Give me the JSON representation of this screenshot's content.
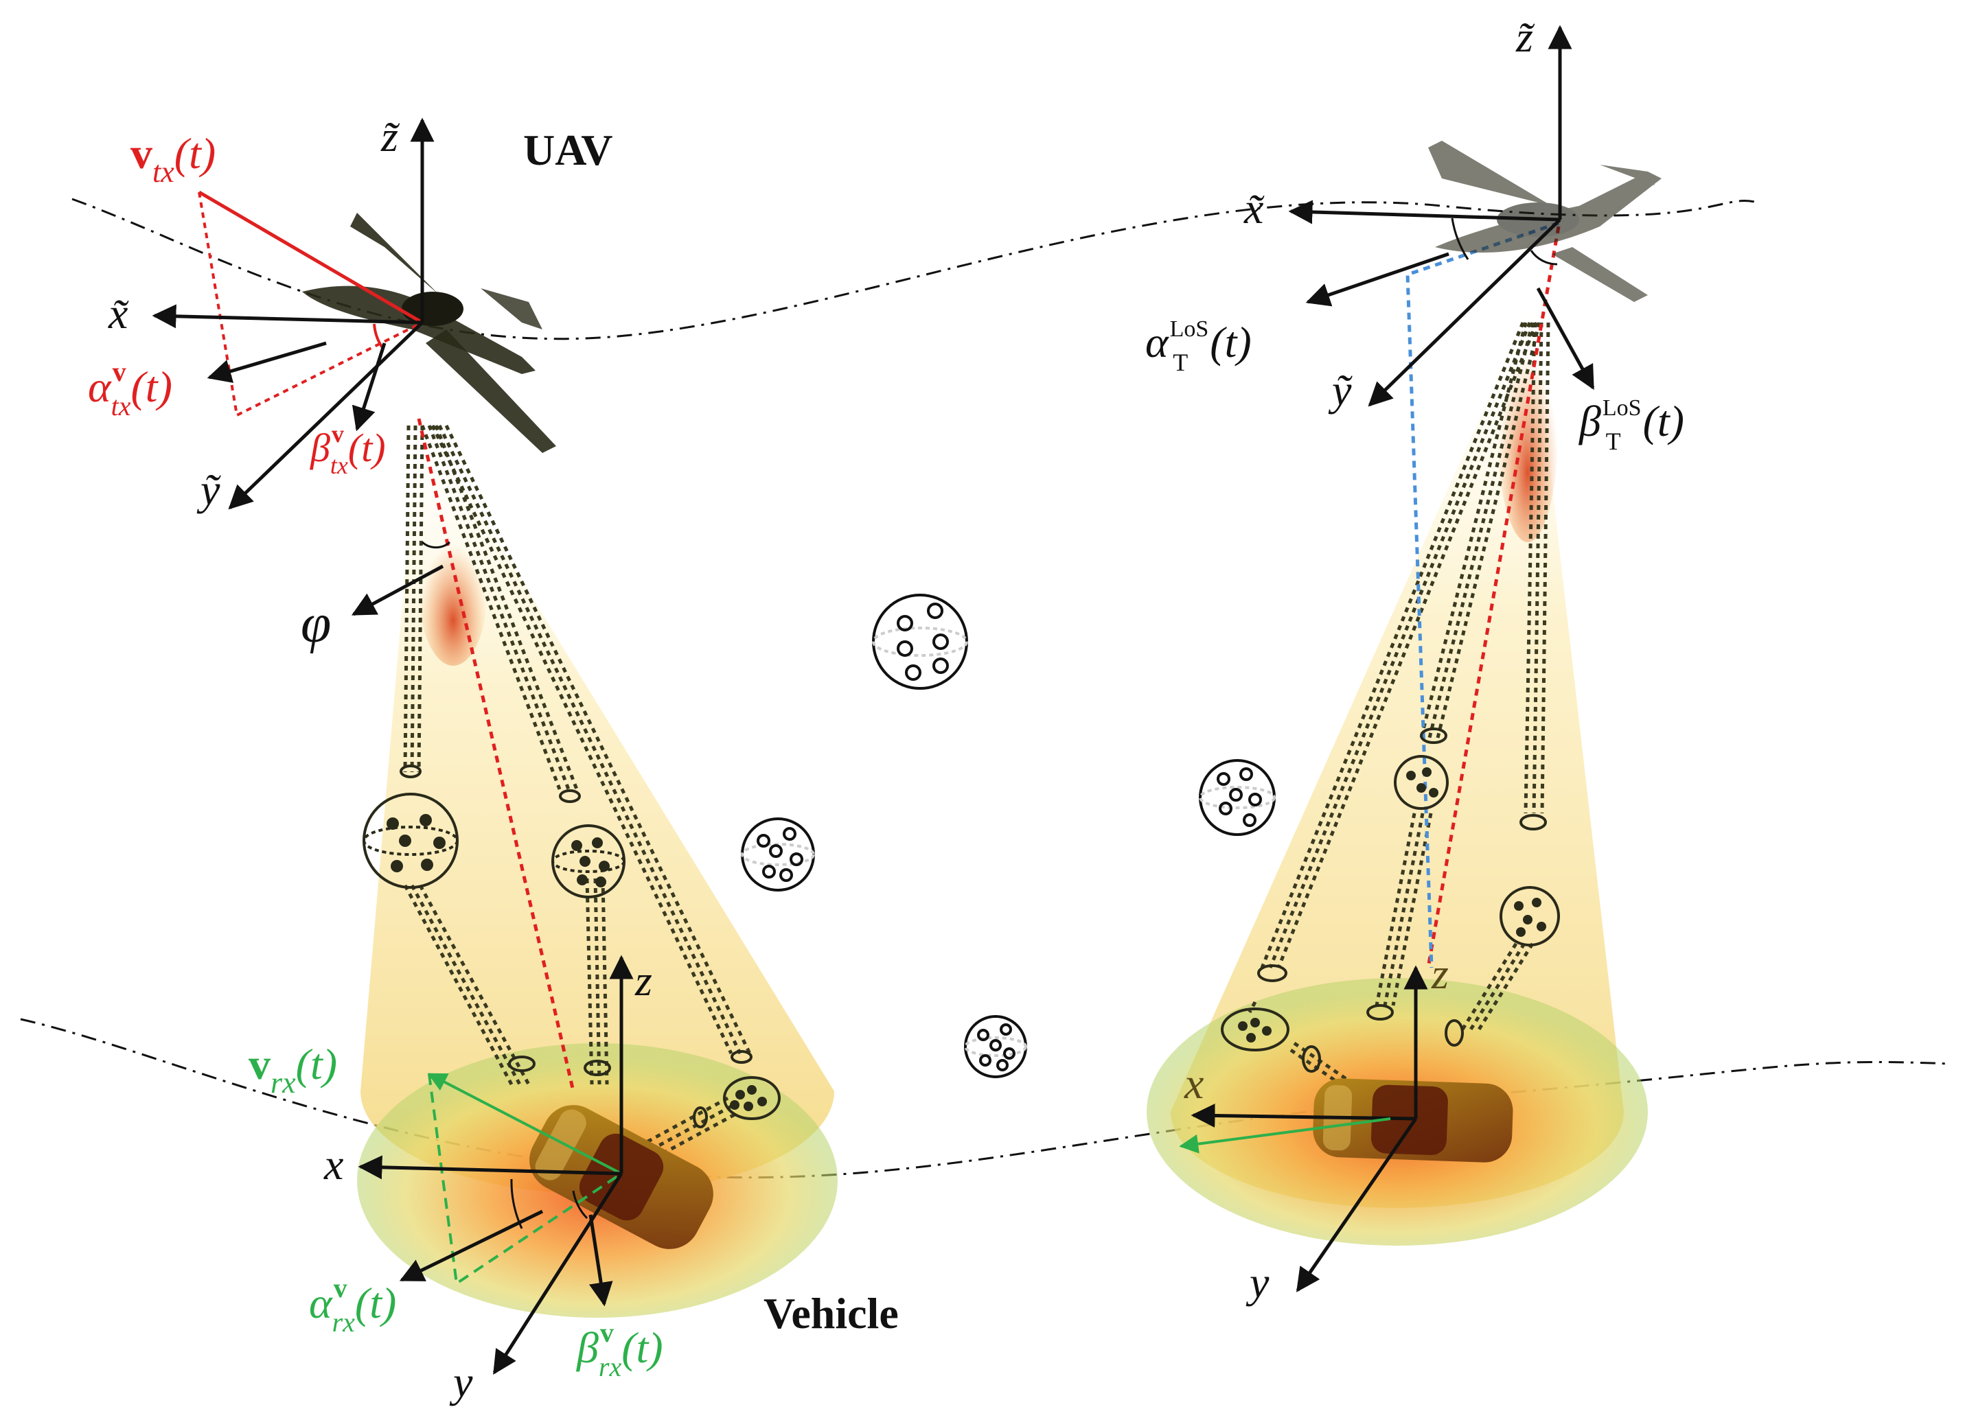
{
  "labels": {
    "uav": "UAV",
    "vehicle": "Vehicle",
    "phi": "φ",
    "tx_ztilde": "z̃",
    "tx_xtilde": "x̃",
    "tx_ytilde": "ỹ",
    "tx_v": "v",
    "tx_v_sub": "tx",
    "tx_alpha": "α",
    "tx_alpha_sub": "tx",
    "tx_alpha_sup": "v",
    "tx_beta": "β",
    "tx_beta_sub": "tx",
    "tx_beta_sup": "v",
    "t_arg": "(t)",
    "rx_z": "z",
    "rx_x": "x",
    "rx_y": "y",
    "rx_v": "v",
    "rx_v_sub": "rx",
    "rx_alpha": "α",
    "rx_alpha_sub": "rx",
    "rx_alpha_sup": "v",
    "rx_beta": "β",
    "rx_beta_sub": "rx",
    "rx_beta_sup": "v",
    "r_ztilde": "z̃",
    "r_xtilde": "x̃",
    "r_ytilde": "ỹ",
    "r_alpha": "α",
    "r_alpha_sub": "T",
    "r_alpha_sup": "LoS",
    "r_beta": "β",
    "r_beta_sub": "T",
    "r_beta_sup": "LoS",
    "r_z": "z",
    "r_x": "x",
    "r_y": "y"
  },
  "colors": {
    "tx_velocity": "#e02020",
    "rx_velocity": "#2db04b",
    "los_path": "#e02020",
    "ground_path": "#4a90d9",
    "axes": "#111111",
    "cone": "#f5c842",
    "scatterer": "#2a2a1a"
  },
  "icons": {
    "uav": "uav-drone-icon",
    "vehicle": "car-icon",
    "scatterer": "scatterer-cluster-icon"
  }
}
